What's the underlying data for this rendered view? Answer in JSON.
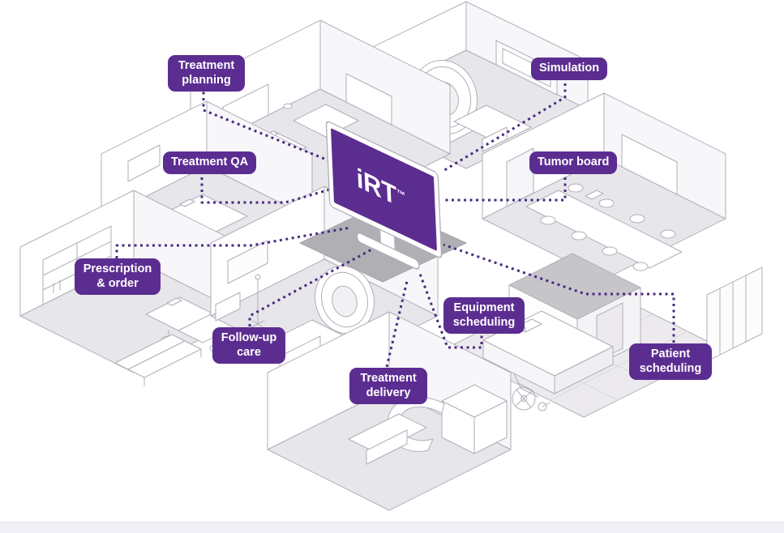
{
  "diagram": {
    "monitor": {
      "product_name": "iRT",
      "trademark": "™"
    },
    "labels": [
      {
        "id": "treatment-planning",
        "text": "Treatment planning"
      },
      {
        "id": "simulation",
        "text": "Simulation"
      },
      {
        "id": "treatment-qa",
        "text": "Treatment QA"
      },
      {
        "id": "tumor-board",
        "text": "Tumor board"
      },
      {
        "id": "prescription-order",
        "text": "Prescription & order"
      },
      {
        "id": "follow-up-care",
        "text": "Follow-up care"
      },
      {
        "id": "equipment-scheduling",
        "text": "Equipment scheduling"
      },
      {
        "id": "treatment-delivery",
        "text": "Treatment delivery"
      },
      {
        "id": "patient-scheduling",
        "text": "Patient scheduling"
      }
    ],
    "colors": {
      "brand_purple": "#5c2d91",
      "connector_purple": "#4a2a80",
      "line_gray": "#b2aeb8",
      "floor_gray": "#e7e6ea",
      "floor_dark": "#b0afb3",
      "footer_strip": "#f2f0f7",
      "label_text": "#ffffff"
    }
  }
}
